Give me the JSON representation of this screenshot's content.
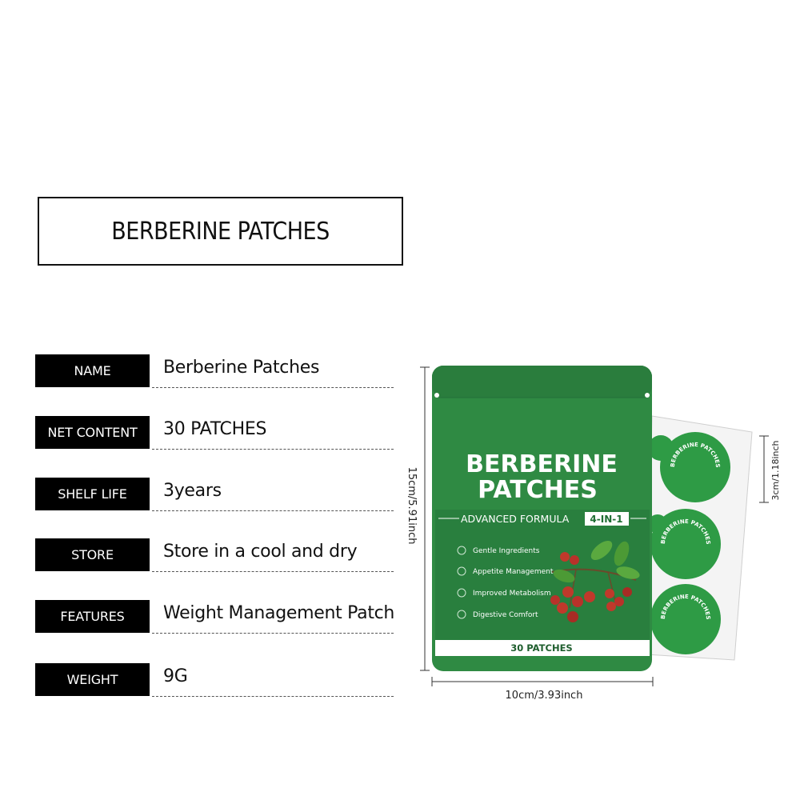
{
  "title": "BERBERINE PATCHES",
  "specs": [
    {
      "label": "NAME",
      "value": "Berberine Patches"
    },
    {
      "label": "NET  CONTENT",
      "value": "30 PATCHES"
    },
    {
      "label": "SHELF LIFE",
      "value": "3years"
    },
    {
      "label": "STORE",
      "value": "Store in a cool and dry"
    },
    {
      "label": "FEATURES",
      "value": "Weight Management Patch"
    },
    {
      "label": "WEIGHT",
      "value": "9G"
    }
  ],
  "package": {
    "brand_line1": "BERBERINE",
    "brand_line2": "PATCHES",
    "formula": "ADVANCED FORMULA",
    "formula_badge": "4-IN-1",
    "benefits": [
      "Gentle Ingredients",
      "Appetite Management",
      "Improved Metabolism",
      "Digestive Comfort"
    ],
    "count": "30 PATCHES",
    "patch_text": "BERBERINE PATCHES"
  },
  "dimensions": {
    "height": "15cm/5.91inch",
    "width": "10cm/3.93inch",
    "patch": "3cm/1.18inch"
  },
  "colors": {
    "package_green": "#2f8a43",
    "dark_green": "#1f6e33",
    "patch_green": "#2e9b45",
    "berry_red": "#c0392b",
    "label_black": "#000000"
  }
}
